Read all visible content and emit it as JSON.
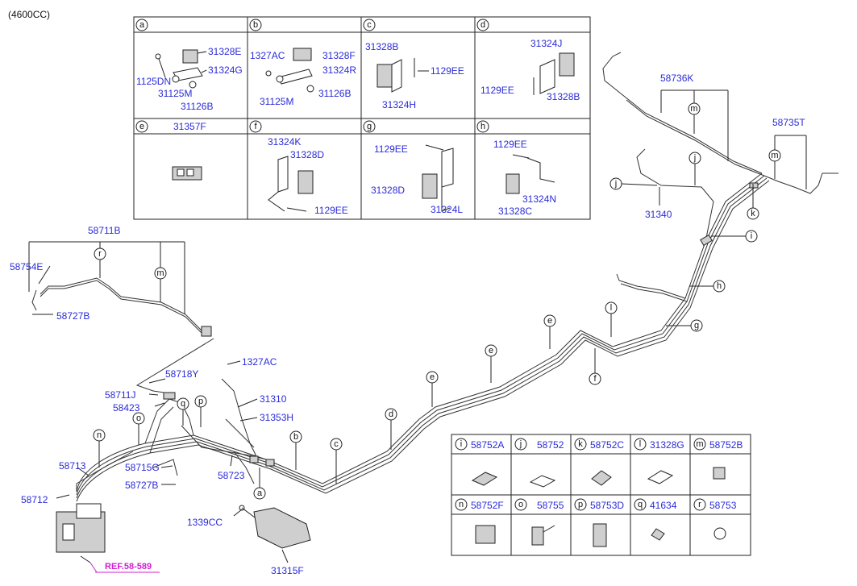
{
  "header": {
    "engine": "(4600CC)"
  },
  "ref_link": "REF.58-589",
  "top_table": {
    "cells": [
      {
        "letter": "a",
        "parts": [
          "31328E",
          "31324G",
          "1125DN",
          "31125M",
          "31126B"
        ]
      },
      {
        "letter": "b",
        "parts": [
          "1327AC",
          "31328F",
          "31324R",
          "31125M",
          "31126B"
        ]
      },
      {
        "letter": "c",
        "parts": [
          "31328B",
          "1129EE",
          "31324H"
        ]
      },
      {
        "letter": "d",
        "parts": [
          "31324J",
          "1129EE",
          "31328B"
        ]
      },
      {
        "letter": "e",
        "parts": [
          "31357F"
        ]
      },
      {
        "letter": "f",
        "parts": [
          "31324K",
          "31328D",
          "1129EE"
        ]
      },
      {
        "letter": "g",
        "parts": [
          "1129EE",
          "31328D",
          "31324L"
        ]
      },
      {
        "letter": "h",
        "parts": [
          "1129EE",
          "31324N",
          "31328C"
        ]
      }
    ]
  },
  "bottom_table": {
    "cells": [
      {
        "letter": "i",
        "part": "58752A"
      },
      {
        "letter": "j",
        "part": "58752"
      },
      {
        "letter": "k",
        "part": "58752C"
      },
      {
        "letter": "l",
        "part": "31328G"
      },
      {
        "letter": "m",
        "part": "58752B"
      },
      {
        "letter": "n",
        "part": "58752F"
      },
      {
        "letter": "o",
        "part": "58755"
      },
      {
        "letter": "p",
        "part": "58753D"
      },
      {
        "letter": "q",
        "part": "41634"
      },
      {
        "letter": "r",
        "part": "58753"
      }
    ]
  },
  "labels": {
    "p58711B": "58711B",
    "p58754E": "58754E",
    "p58727B_top": "58727B",
    "p58718Y": "58718Y",
    "p58711J": "58711J",
    "p58423": "58423",
    "p58713": "58713",
    "p58712": "58712",
    "p58715G": "58715G",
    "p58727B_bot": "58727B",
    "p58723": "58723",
    "p1327AC": "1327AC",
    "p31310": "31310",
    "p31353H": "31353H",
    "p1339CC": "1339CC",
    "p31315F": "31315F",
    "p31340": "31340",
    "p58736K": "58736K",
    "p58735T": "58735T"
  },
  "callouts": {
    "a": "a",
    "b": "b",
    "c": "c",
    "d": "d",
    "e": "e",
    "f": "f",
    "g": "g",
    "h": "h",
    "i": "i",
    "j": "j",
    "k": "k",
    "l": "l",
    "m": "m",
    "n": "n",
    "o": "o",
    "p": "p",
    "q": "q",
    "r": "r"
  }
}
